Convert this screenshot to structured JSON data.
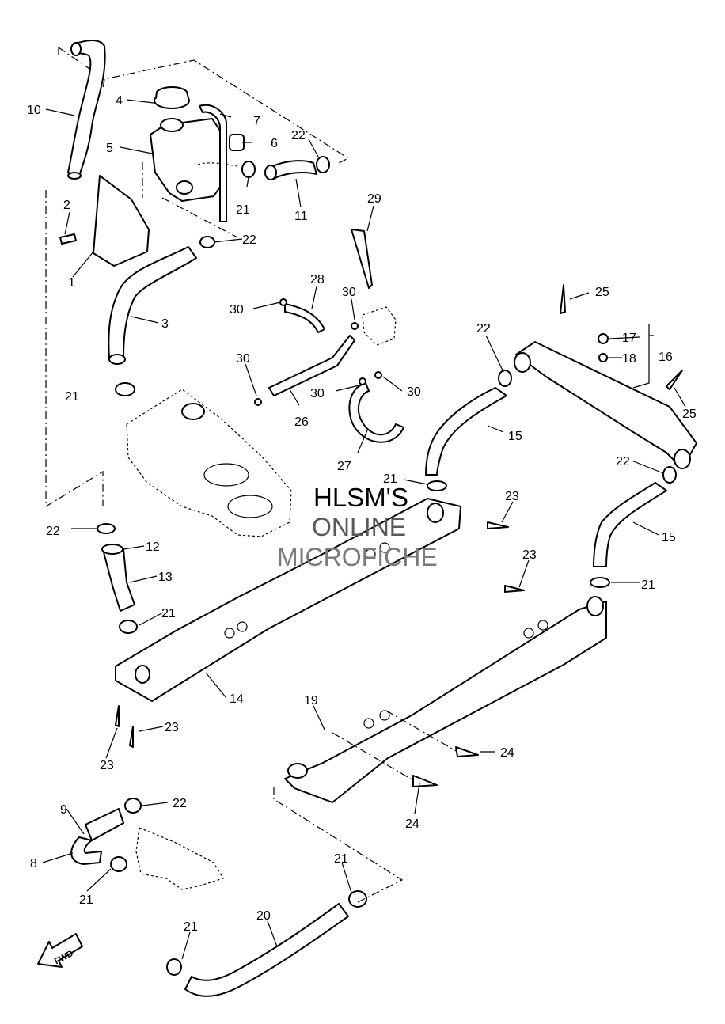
{
  "watermark": {
    "line1": "HLSM'S",
    "line2": "ONLINE",
    "line3": "MICROFICHE"
  },
  "fwd_label": "FWD",
  "callouts": [
    {
      "id": "c10",
      "text": "10"
    },
    {
      "id": "c4",
      "text": "4"
    },
    {
      "id": "c7",
      "text": "7"
    },
    {
      "id": "c5",
      "text": "5"
    },
    {
      "id": "c6",
      "text": "6"
    },
    {
      "id": "c22a",
      "text": "22"
    },
    {
      "id": "c2",
      "text": "2"
    },
    {
      "id": "c21a",
      "text": "21"
    },
    {
      "id": "c11",
      "text": "11"
    },
    {
      "id": "c22b",
      "text": "22"
    },
    {
      "id": "c1",
      "text": "1"
    },
    {
      "id": "c29",
      "text": "29"
    },
    {
      "id": "c3",
      "text": "3"
    },
    {
      "id": "c28",
      "text": "28"
    },
    {
      "id": "c30a",
      "text": "30"
    },
    {
      "id": "c30b",
      "text": "30"
    },
    {
      "id": "c25a",
      "text": "25"
    },
    {
      "id": "c17",
      "text": "17"
    },
    {
      "id": "c18",
      "text": "18"
    },
    {
      "id": "c16",
      "text": "16"
    },
    {
      "id": "c22c",
      "text": "22"
    },
    {
      "id": "c30c",
      "text": "30"
    },
    {
      "id": "c21b",
      "text": "21"
    },
    {
      "id": "c30d",
      "text": "30"
    },
    {
      "id": "c30e",
      "text": "30"
    },
    {
      "id": "c26",
      "text": "26"
    },
    {
      "id": "c25b",
      "text": "25"
    },
    {
      "id": "c15a",
      "text": "15"
    },
    {
      "id": "c27",
      "text": "27"
    },
    {
      "id": "c22d",
      "text": "22"
    },
    {
      "id": "c21c",
      "text": "21"
    },
    {
      "id": "c23a",
      "text": "23"
    },
    {
      "id": "c22e",
      "text": "22"
    },
    {
      "id": "c12",
      "text": "12"
    },
    {
      "id": "c15b",
      "text": "15"
    },
    {
      "id": "c13",
      "text": "13"
    },
    {
      "id": "c23b",
      "text": "23"
    },
    {
      "id": "c21d",
      "text": "21"
    },
    {
      "id": "c21e",
      "text": "21"
    },
    {
      "id": "c14",
      "text": "14"
    },
    {
      "id": "c19",
      "text": "19"
    },
    {
      "id": "c23c",
      "text": "23"
    },
    {
      "id": "c23d",
      "text": "23"
    },
    {
      "id": "c24a",
      "text": "24"
    },
    {
      "id": "c22f",
      "text": "22"
    },
    {
      "id": "c9",
      "text": "9"
    },
    {
      "id": "c24b",
      "text": "24"
    },
    {
      "id": "c8",
      "text": "8"
    },
    {
      "id": "c21f",
      "text": "21"
    },
    {
      "id": "c21g",
      "text": "21"
    },
    {
      "id": "c20",
      "text": "20"
    },
    {
      "id": "c21h",
      "text": "21"
    }
  ]
}
